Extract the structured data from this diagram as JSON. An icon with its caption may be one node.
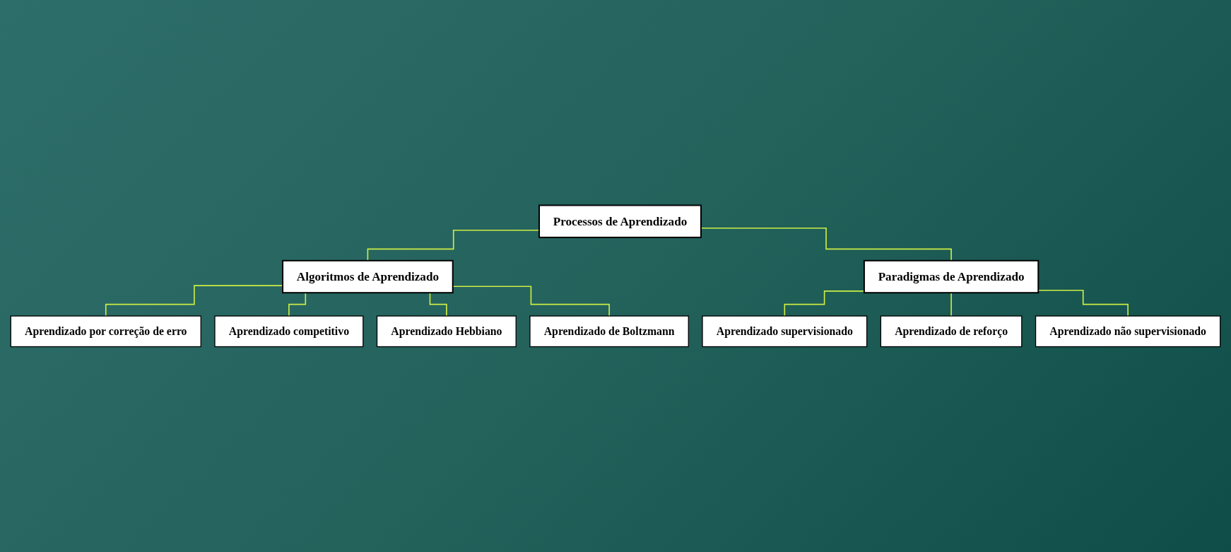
{
  "diagram": {
    "nodes": [
      {
        "text": [
          "Processos de Aprendizado"
        ]
      },
      {
        "text": [
          "Algoritmos de Aprendizado"
        ]
      },
      {
        "text": [
          "Aprendizado por correção de erro"
        ]
      },
      {
        "text": [
          "Aprendizado competitivo"
        ]
      },
      {
        "text": [
          "Aprendizado Hebbiano"
        ]
      },
      {
        "text": [
          "Aprendizado de Boltzmann"
        ]
      },
      {
        "text": [
          "Paradigmas de Aprendizado"
        ]
      },
      {
        "text": [
          "Aprendizado supervisionado"
        ]
      },
      {
        "text": [
          "Aprendizado de reforço"
        ]
      },
      {
        "text": [
          "Aprendizado não supervisionado"
        ]
      }
    ],
    "edges": [
      {
        "from": 0,
        "to": 1,
        "arrow": "none"
      },
      {
        "from": 0,
        "to": 6,
        "arrow": "none"
      },
      {
        "from": 1,
        "to": 2,
        "arrow": "none"
      },
      {
        "from": 1,
        "to": 3,
        "arrow": "none"
      },
      {
        "from": 1,
        "to": 4,
        "arrow": "none"
      },
      {
        "from": 1,
        "to": 5,
        "arrow": "none"
      },
      {
        "from": 6,
        "to": 7,
        "arrow": "none"
      },
      {
        "from": 6,
        "to": 8,
        "arrow": "none"
      },
      {
        "from": 6,
        "to": 9,
        "arrow": "none"
      }
    ]
  }
}
